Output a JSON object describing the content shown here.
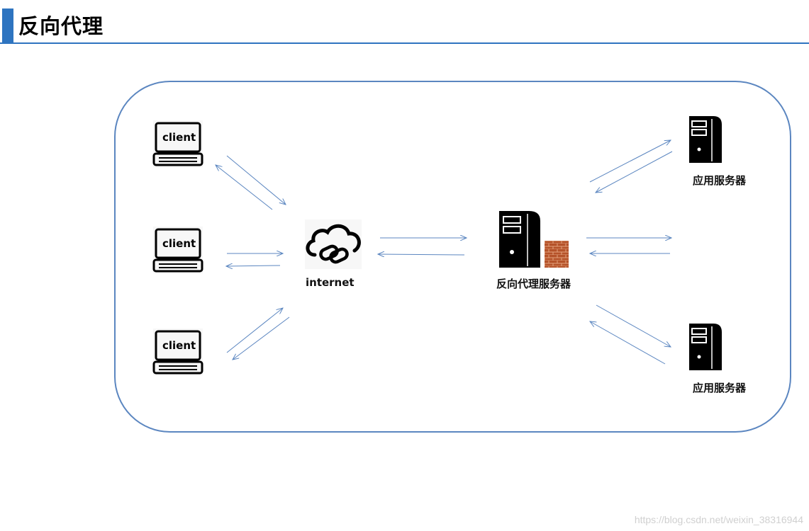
{
  "page": {
    "title": "反向代理"
  },
  "diagram": {
    "clients": [
      {
        "label": "client"
      },
      {
        "label": "client"
      },
      {
        "label": "client"
      }
    ],
    "internet_label": "internet",
    "proxy_label": "反向代理服务器",
    "app_servers": [
      {
        "label": "应用服务器"
      },
      {
        "label": "应用服务器"
      }
    ],
    "colors": {
      "boundary": "#5b86c0",
      "arrows": "#5b86c0",
      "accent": "#2e74c0",
      "firewall": "#b5532a"
    }
  },
  "watermark": "https://blog.csdn.net/weixin_38316944"
}
